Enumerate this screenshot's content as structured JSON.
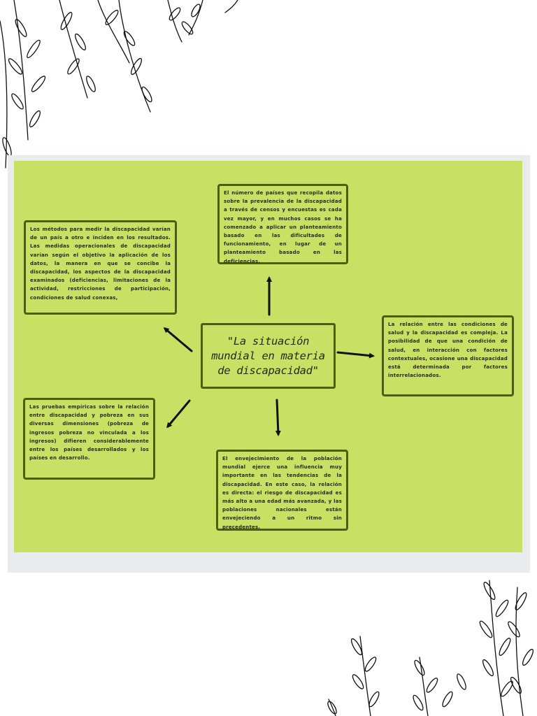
{
  "diagram": {
    "center": {
      "text": "\"La situación mundial en materia de discapacidad\""
    },
    "nodes": {
      "top": {
        "text": "El número de países que recopila datos sobre la prevalencia de la discapacidad a través de censos y encuestas es cada vez mayor, y en muchos casos se ha comenzado a aplicar un planteamiento basado en las dificultades de funcionamiento, en lugar de un planteamiento basado en las deficiencias."
      },
      "top_left": {
        "text": "Los métodos para medir la discapacidad varían de un país a otro e inciden en los resultados. Las medidas operacionales de discapacidad varían según el objetivo la aplicación de los datos, la manera en que se concibe la discapacidad, los aspectos de la discapacidad examinados (deficiencias, limitaciones de la actividad, restricciones de participación, condiciones de salud conexas,"
      },
      "right": {
        "text": "La relación entre las condiciones de salud y la discapacidad es compleja. La posibilidad de que una condición de salud, en interacción con factores contextuales, ocasione una discapacidad está determinada por factores interrelacionados."
      },
      "bottom_left": {
        "text": "Las pruebas empíricas sobre la relación entre discapacidad y pobreza en sus diversas dimensiones (pobreza de ingresos pobreza no vinculada a los ingresos) difieren considerablemente entre los países desarrollados y los países en desarrollo."
      },
      "bottom": {
        "text": "El envejecimiento de la población mundial ejerce una influencia muy importante en las tendencias de la discapacidad. En este caso, la relación es directa: el riesgo de discapacidad es más alto a una edad más avanzada, y las poblaciones nacionales están envejeciendo a un ritmo sin precedentes."
      }
    },
    "colors": {
      "board": "#c8e063",
      "border": "#4f5d10",
      "frame": "#e9ecef",
      "arrow": "#111111"
    }
  }
}
